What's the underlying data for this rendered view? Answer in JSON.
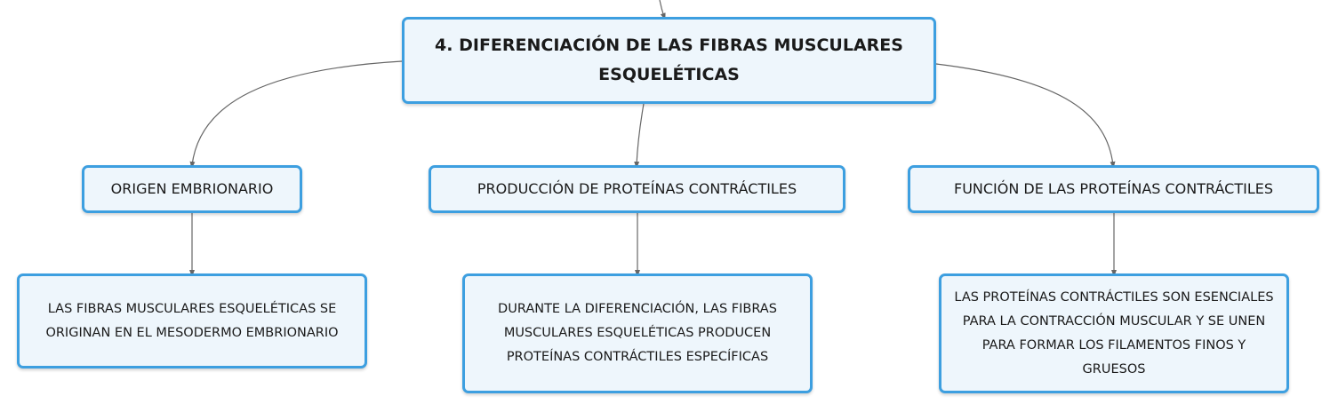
{
  "diagram": {
    "root": {
      "label": "4. DIFERENCIACIÓN DE LAS FIBRAS MUSCULARES ESQUELÉTICAS"
    },
    "branches": [
      {
        "label": "ORIGEN EMBRIONARIO",
        "detail": "LAS FIBRAS MUSCULARES ESQUELÉTICAS SE ORIGINAN EN EL MESODERMO EMBRIONARIO"
      },
      {
        "label": "PRODUCCIÓN DE PROTEÍNAS CONTRÁCTILES",
        "detail": "DURANTE LA DIFERENCIACIÓN, LAS FIBRAS MUSCULARES ESQUELÉTICAS PRODUCEN PROTEÍNAS CONTRÁCTILES ESPECÍFICAS"
      },
      {
        "label": "FUNCIÓN DE LAS PROTEÍNAS CONTRÁCTILES",
        "detail": "LAS PROTEÍNAS CONTRÁCTILES SON ESENCIALES PARA LA CONTRACCIÓN MUSCULAR Y SE UNEN PARA FORMAR LOS FILAMENTOS FINOS Y GRUESOS"
      }
    ]
  },
  "colors": {
    "node_border": "#3d9fe0",
    "node_fill": "#eef6fc",
    "connector": "#666666"
  }
}
